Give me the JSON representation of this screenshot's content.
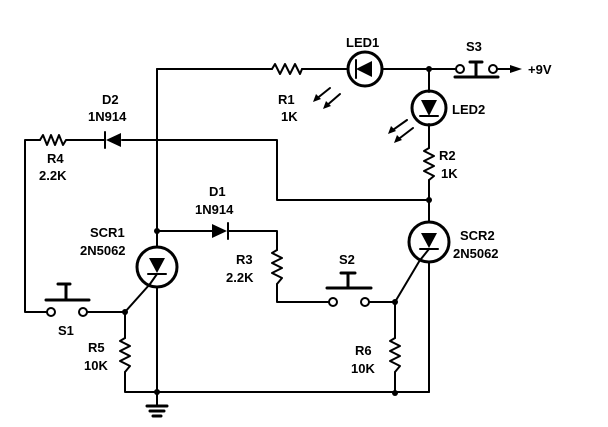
{
  "components": {
    "led1": {
      "ref": "LED1"
    },
    "led2": {
      "ref": "LED2"
    },
    "s3": {
      "ref": "S3"
    },
    "supply": {
      "label": "+9V"
    },
    "r1": {
      "ref": "R1",
      "value": "1K"
    },
    "r2": {
      "ref": "R2",
      "value": "1K"
    },
    "d2": {
      "ref": "D2",
      "value": "1N914"
    },
    "r4": {
      "ref": "R4",
      "value": "2.2K"
    },
    "d1": {
      "ref": "D1",
      "value": "1N914"
    },
    "scr1": {
      "ref": "SCR1",
      "value": "2N5062"
    },
    "scr2": {
      "ref": "SCR2",
      "value": "2N5062"
    },
    "r3": {
      "ref": "R3",
      "value": "2.2K"
    },
    "s2": {
      "ref": "S2"
    },
    "s1": {
      "ref": "S1"
    },
    "r5": {
      "ref": "R5",
      "value": "10K"
    },
    "r6": {
      "ref": "R6",
      "value": "10K"
    }
  },
  "colors": {
    "ink": "#000000",
    "background": "#ffffff"
  }
}
